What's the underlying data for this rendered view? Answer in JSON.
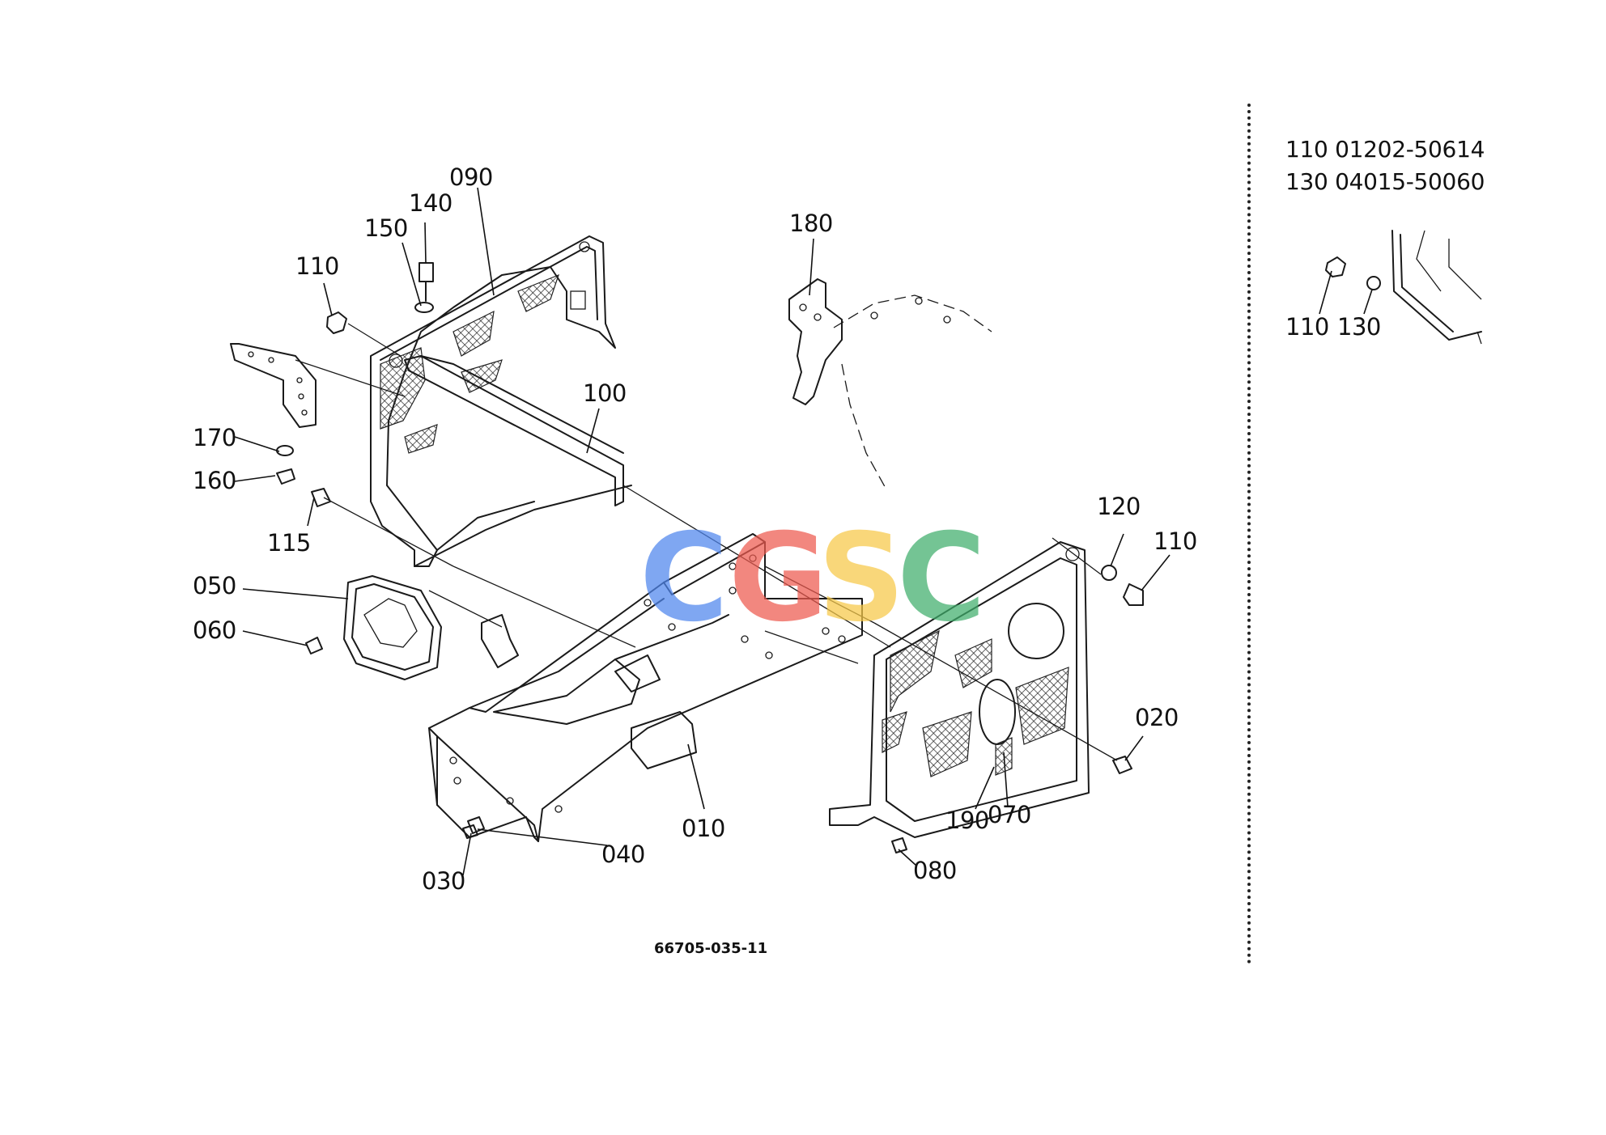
{
  "diagram": {
    "drawing_number": "66705-035-11",
    "labels": {
      "p090": "090",
      "p140": "140",
      "p150": "150",
      "p110a": "110",
      "p100": "100",
      "p170": "170",
      "p160": "160",
      "p115": "115",
      "p180": "180",
      "p050": "050",
      "p060": "060",
      "p120": "120",
      "p110b": "110",
      "p020": "020",
      "p190": "190",
      "p070": "070",
      "p080": "080",
      "p010": "010",
      "p040": "040",
      "p030": "030"
    }
  },
  "reference_panel": {
    "lines": [
      "110 01202-50614",
      "130 04015-50060"
    ],
    "labels": {
      "p110": "110",
      "p130": "130"
    }
  },
  "watermark": {
    "letters": [
      "C",
      "G",
      "S",
      "C"
    ],
    "colors": [
      "#4f86ee",
      "#ee5a4f",
      "#f7c948",
      "#3fae6b"
    ]
  }
}
